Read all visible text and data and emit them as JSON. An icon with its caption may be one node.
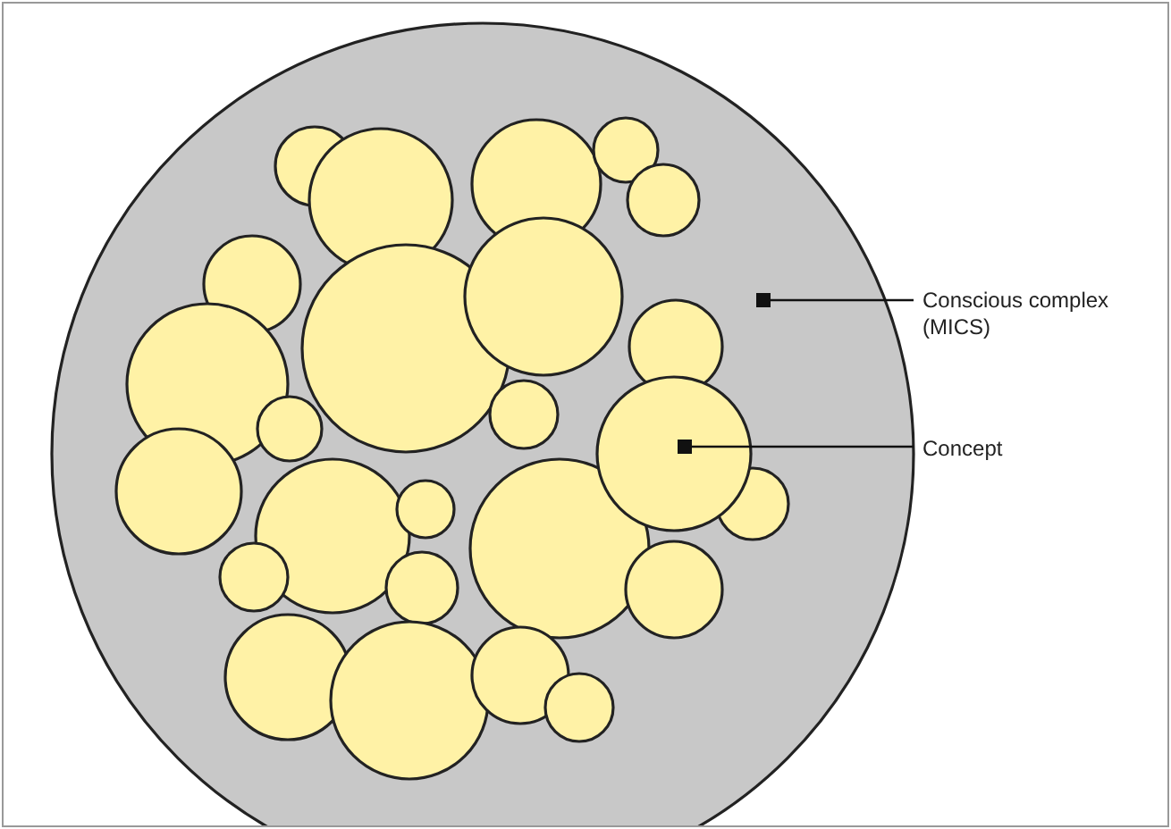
{
  "diagram": {
    "nodes": [
      {
        "text": [],
        "shape": "circle"
      },
      {
        "text": [],
        "shape": "circle",
        "in": 0
      },
      {
        "text": [
          "Conscious complex (MICS)"
        ]
      },
      {
        "text": [
          "Concept"
        ]
      }
    ],
    "edges": [
      {
        "from": 2,
        "to": 0,
        "arrow": "other"
      },
      {
        "from": 3,
        "to": 1,
        "arrow": "other"
      }
    ]
  }
}
